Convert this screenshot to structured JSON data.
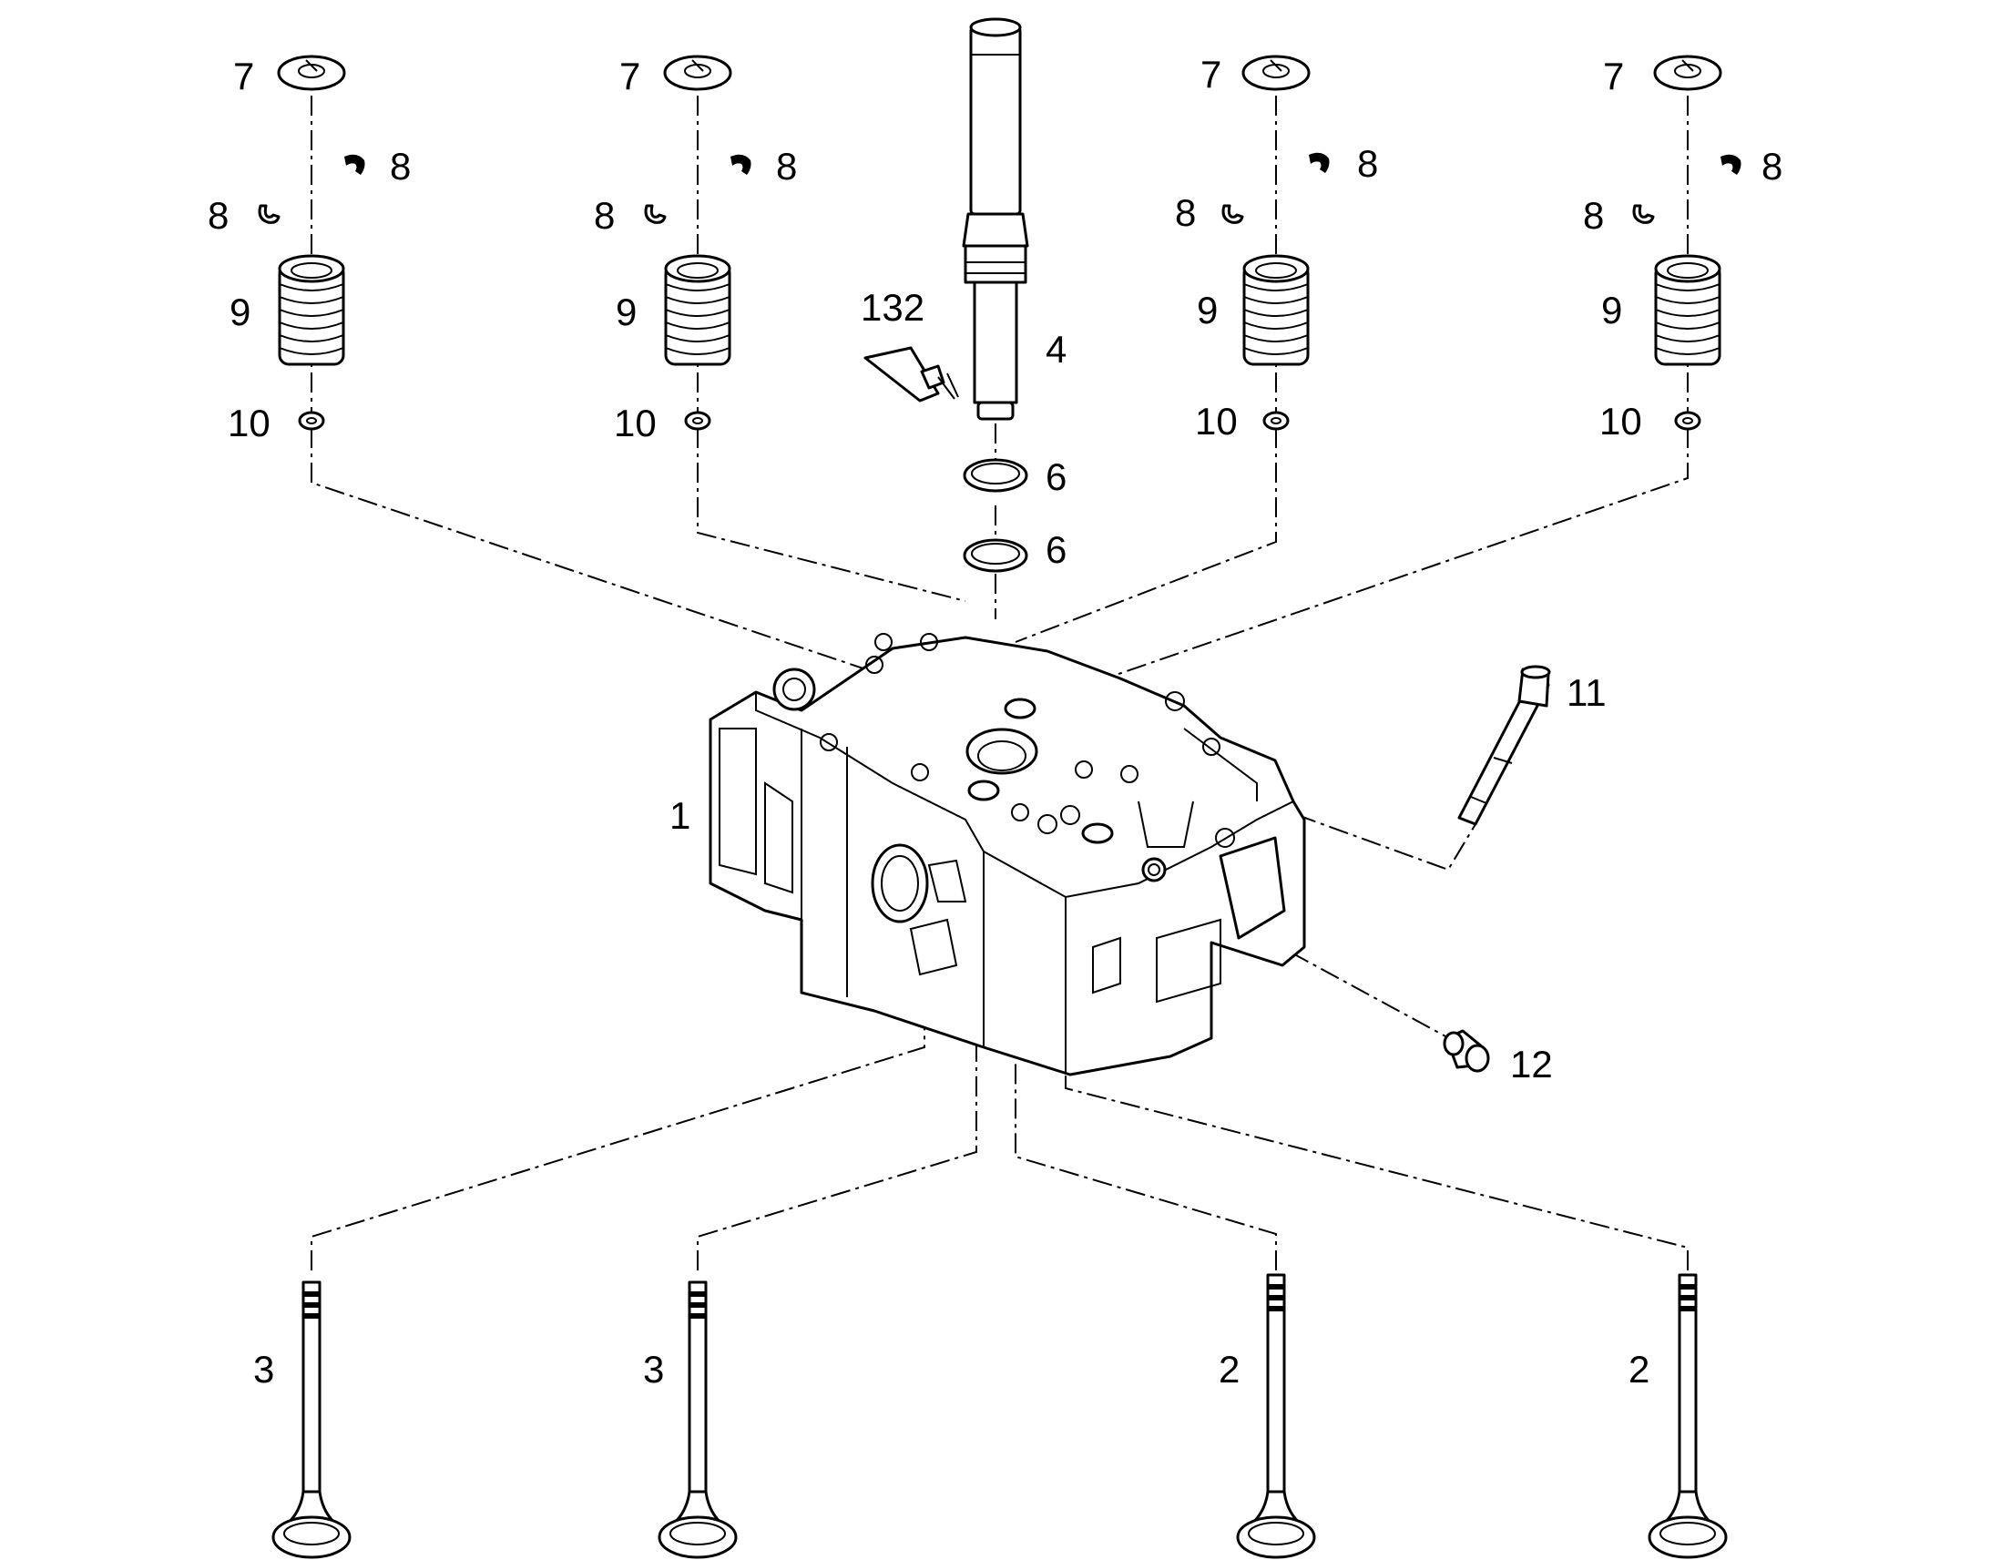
{
  "callouts": {
    "cyl_head": "1",
    "inlet_valve_a": "2",
    "inlet_valve_b": "2",
    "exhaust_valve_a": "3",
    "exhaust_valve_b": "3",
    "injector_sleeve": "4",
    "o_ring_upper": "6",
    "o_ring_lower": "6",
    "spring_cap_1": "7",
    "spring_cap_2": "7",
    "spring_cap_3": "7",
    "spring_cap_4": "7",
    "collet_r_1": "8",
    "collet_l_1": "8",
    "collet_r_2": "8",
    "collet_l_2": "8",
    "collet_r_3": "8",
    "collet_l_3": "8",
    "collet_r_4": "8",
    "collet_l_4": "8",
    "spring_1": "9",
    "spring_2": "9",
    "spring_3": "9",
    "spring_4": "9",
    "seal_1": "10",
    "seal_2": "10",
    "seal_3": "10",
    "seal_4": "10",
    "stud": "11",
    "plug": "12",
    "sealant": "132"
  }
}
